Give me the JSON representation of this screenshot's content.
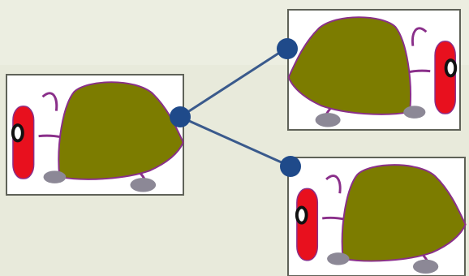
{
  "colors": {
    "background": "#e8eadb",
    "background_light": "#eef0e4",
    "card_fill": "#ffffff",
    "card_border": "#5f6258",
    "connector": "#3a5a8c",
    "node": "#1f4a8a",
    "shell": "#7c7c00",
    "shell_outline": "#8a2f8a",
    "head": "#e8101e",
    "eye": "#111111",
    "feet": "#8c8896",
    "limbs": "#8a2f8a"
  },
  "diagram": {
    "nodes": [
      {
        "id": "parent",
        "label": "",
        "icon": "turtle-icon",
        "facing": "left"
      },
      {
        "id": "child-top",
        "label": "",
        "icon": "turtle-icon",
        "facing": "right"
      },
      {
        "id": "child-bottom",
        "label": "",
        "icon": "turtle-icon",
        "facing": "left"
      }
    ],
    "edges": [
      {
        "from": "parent",
        "to": "child-top"
      },
      {
        "from": "parent",
        "to": "child-bottom"
      }
    ]
  }
}
